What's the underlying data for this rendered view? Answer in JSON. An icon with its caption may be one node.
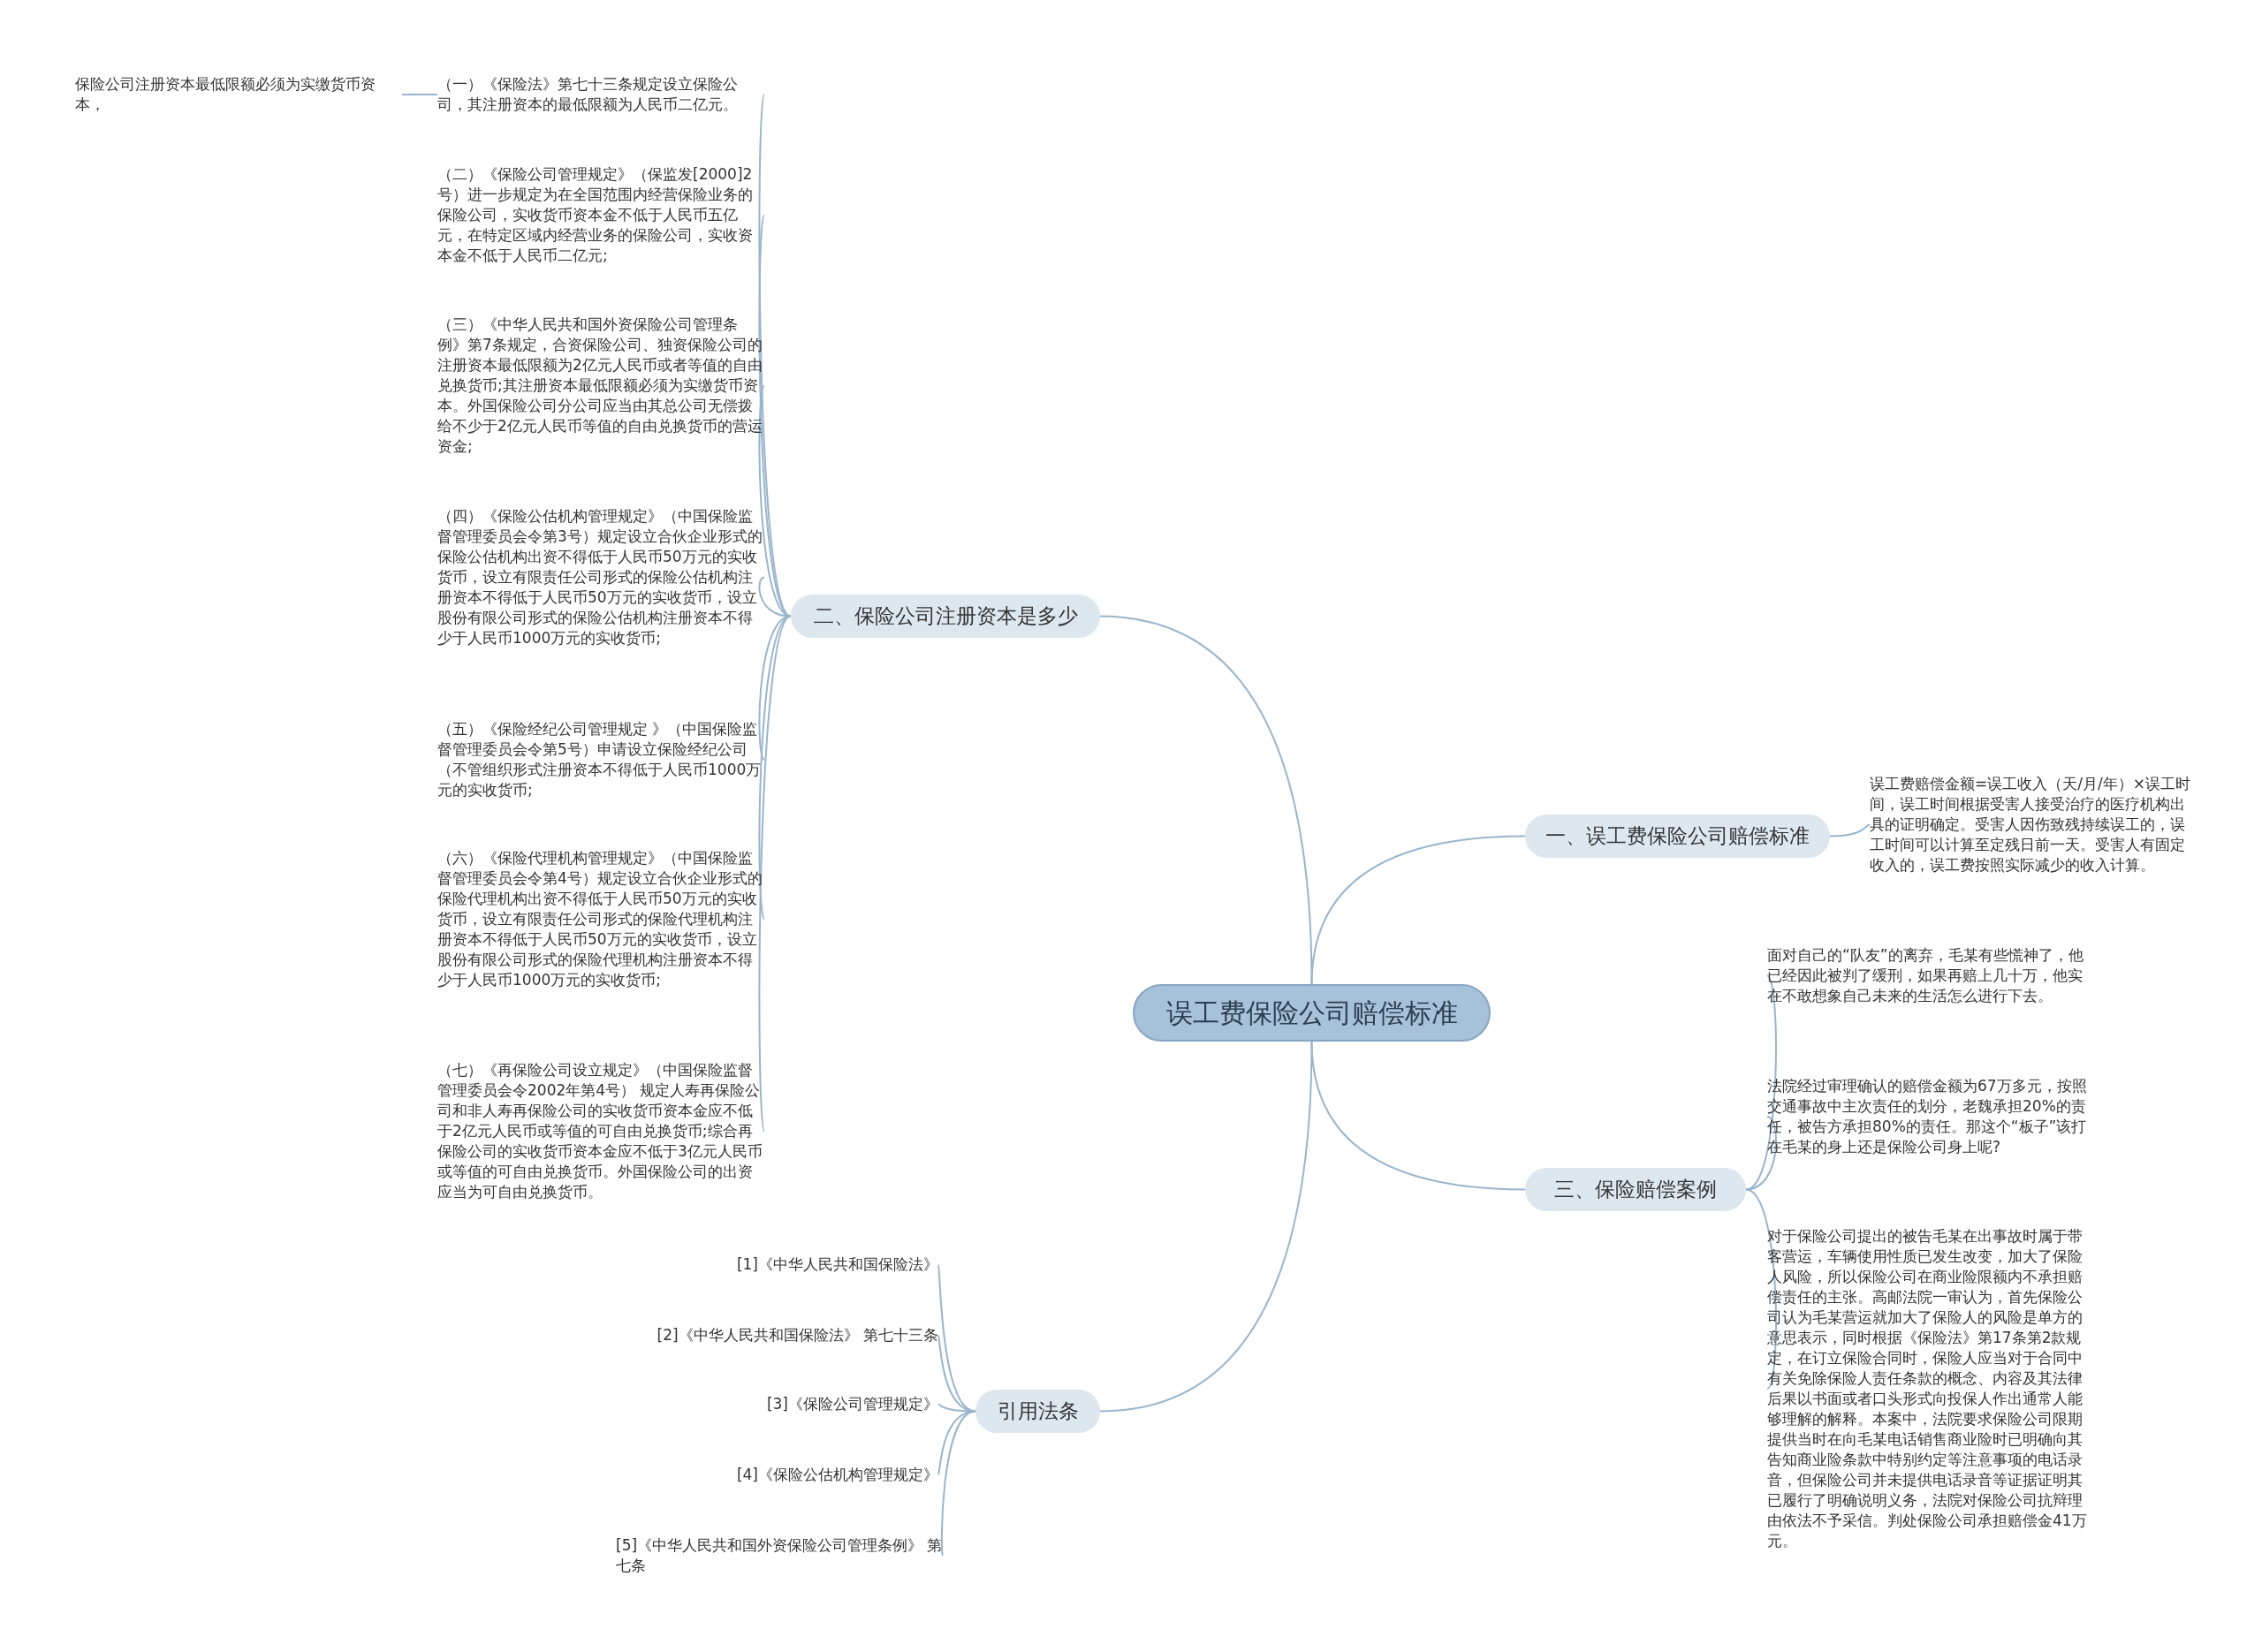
{
  "diagram": {
    "nodes": [
      {
        "text": [
          "误工费保险公司赔偿标准"
        ]
      },
      {
        "text": [
          "二、保险公司注册资本是多少"
        ]
      },
      {
        "text": [
          "（一）《保险法》第七十三条规定设立保险公司，其注册资本的最低限额为人民币二亿元。"
        ]
      },
      {
        "text": [
          "（二）《保险公司管理规定》（保监发[2000]2号）进一步规定为在全国范围内经营保险业务的保险公司，实收货币资本金不低于人民币五亿元，在特定区域内经营业务的保险公司，实收资本金不低于人民币二亿元;"
        ]
      },
      {
        "text": [
          "（三）《中华人民共和国外资保险公司管理条例》第7条规定，合资保险公司、独资保险公司的注册资本最低限额为2亿元人民币或者等值的自由兑换货币;其注册资本最低限额必须为实缴货币资本。外国保险公司分公司应当由其总公司无偿拨给不少于2亿元人民币等值的自由兑换货币的营运资金;"
        ]
      },
      {
        "text": [
          "（四）《保险公估机构管理规定》（中国保险监督管理委员会令第3号）规定设立合伙企业形式的保险公估机构出资不得低于人民币50万元的实收货币，设立有限责任公司形式的保险公估机构注册资本不得低于人民币50万元的实收货币，设立股份有限公司形式的保险公估机构注册资本不得少于人民币1000万元的实收货币;"
        ]
      },
      {
        "text": [
          "（五）《保险经纪公司管理规定 》（中国保险监督管理委员会令第5号）申请设立保险经纪公司（不管组织形式注册资本不得低于人民币1000万元的实收货币;"
        ]
      },
      {
        "text": [
          "（六）《保险代理机构管理规定》（中国保险监督管理委员会令第4号）规定设立合伙企业形式的保险代理机构出资不得低于人民币50万元的实收货币，设立有限责任公司形式的保险代理机构注册资本不得低于人民币50万元的实收货币，设立股份有限公司形式的保险代理机构注册资本不得少于人民币1000万元的实收货币;"
        ]
      },
      {
        "text": [
          "（七）《再保险公司设立规定》（中国保险监督管理委员会令2002年第4号） 规定人寿再保险公司和非人寿再保险公司的实收货币资本金应不低于2亿元人民币或等值的可自由兑换货币;综合再保险公司的实收货币资本金应不低于3亿元人民币或等值的可自由兑换货币。外国保险公司的出资应当为可自由兑换货币。"
        ]
      },
      {
        "text": [
          "保险公司注册资本最低限额必须为实缴货币资本，"
        ]
      },
      {
        "text": [
          "一、误工费保险公司赔偿标准"
        ]
      },
      {
        "text": [
          "误工费赔偿金额=误工收入（天/月/年）×误工时间，误工时间根据受害人接受治疗的医疗机构出具的证明确定。受害人因伤致残持续误工的，误工时间可以计算至定残日前一天。受害人有固定收入的，误工费按照实际减少的收入计算。"
        ]
      },
      {
        "text": [
          "三、保险赔偿案例"
        ]
      },
      {
        "text": [
          "面对自己的“队友”的离弃，毛某有些慌神了，他已经因此被判了缓刑，如果再赔上几十万，他实在不敢想象自己未来的生活怎么进行下去。"
        ]
      },
      {
        "text": [
          "法院经过审理确认的赔偿金额为67万多元，按照交通事故中主次责任的划分，老魏承担20%的责任，被告方承担80%的责任。那这个“板子”该打在毛某的身上还是保险公司身上呢?"
        ]
      },
      {
        "text": [
          "对于保险公司提出的被告毛某在出事故时属于带客营运，车辆使用性质已发生改变，加大了保险人风险，所以保险公司在商业险限额内不承担赔偿责任的主张。高邮法院一审认为，首先保险公司认为毛某营运就加大了保险人的风险是单方的意思表示，同时根据《保险法》第17条第2款规定，在订立保险合同时，保险人应当对于合同中有关免除保险人责任条款的概念、内容及其法律后果以书面或者口头形式向投保人作出通常人能够理解的解释。本案中，法院要求保险公司限期提供当时在向毛某电话销售商业险时已明确向其告知商业险条款中特别约定等注意事项的电话录音，但保险公司并未提供电话录音等证据证明其已履行了明确说明义务，法院对保险公司抗辩理由依法不予采信。判处保险公司承担赔偿金41万元。"
        ]
      },
      {
        "text": [
          "引用法条"
        ]
      },
      {
        "text": [
          "[1]《中华人民共和国保险法》"
        ]
      },
      {
        "text": [
          "[2]《中华人民共和国保险法》 第七十三条"
        ]
      },
      {
        "text": [
          "[3]《保险公司管理规定》"
        ]
      },
      {
        "text": [
          "[4]《保险公估机构管理规定》"
        ]
      },
      {
        "text": [
          "[5]《中华人民共和国外资保险公司管理条例》 第七条"
        ]
      }
    ],
    "edges": [
      {
        "from": 0,
        "to": 1,
        "arrow": "none"
      },
      {
        "from": 1,
        "to": 2,
        "arrow": "none"
      },
      {
        "from": 1,
        "to": 3,
        "arrow": "none"
      },
      {
        "from": 1,
        "to": 4,
        "arrow": "none"
      },
      {
        "from": 1,
        "to": 5,
        "arrow": "none"
      },
      {
        "from": 1,
        "to": 6,
        "arrow": "none"
      },
      {
        "from": 1,
        "to": 7,
        "arrow": "none"
      },
      {
        "from": 1,
        "to": 8,
        "arrow": "none"
      },
      {
        "from": 2,
        "to": 9,
        "arrow": "none"
      },
      {
        "from": 0,
        "to": 10,
        "arrow": "none"
      },
      {
        "from": 10,
        "to": 11,
        "arrow": "none"
      },
      {
        "from": 0,
        "to": 12,
        "arrow": "none"
      },
      {
        "from": 12,
        "to": 13,
        "arrow": "none"
      },
      {
        "from": 12,
        "to": 14,
        "arrow": "none"
      },
      {
        "from": 12,
        "to": 15,
        "arrow": "none"
      },
      {
        "from": 0,
        "to": 16,
        "arrow": "none"
      },
      {
        "from": 16,
        "to": 17,
        "arrow": "none"
      },
      {
        "from": 16,
        "to": 18,
        "arrow": "none"
      },
      {
        "from": 16,
        "to": 19,
        "arrow": "none"
      },
      {
        "from": 16,
        "to": 20,
        "arrow": "none"
      },
      {
        "from": 16,
        "to": 21,
        "arrow": "none"
      }
    ]
  }
}
